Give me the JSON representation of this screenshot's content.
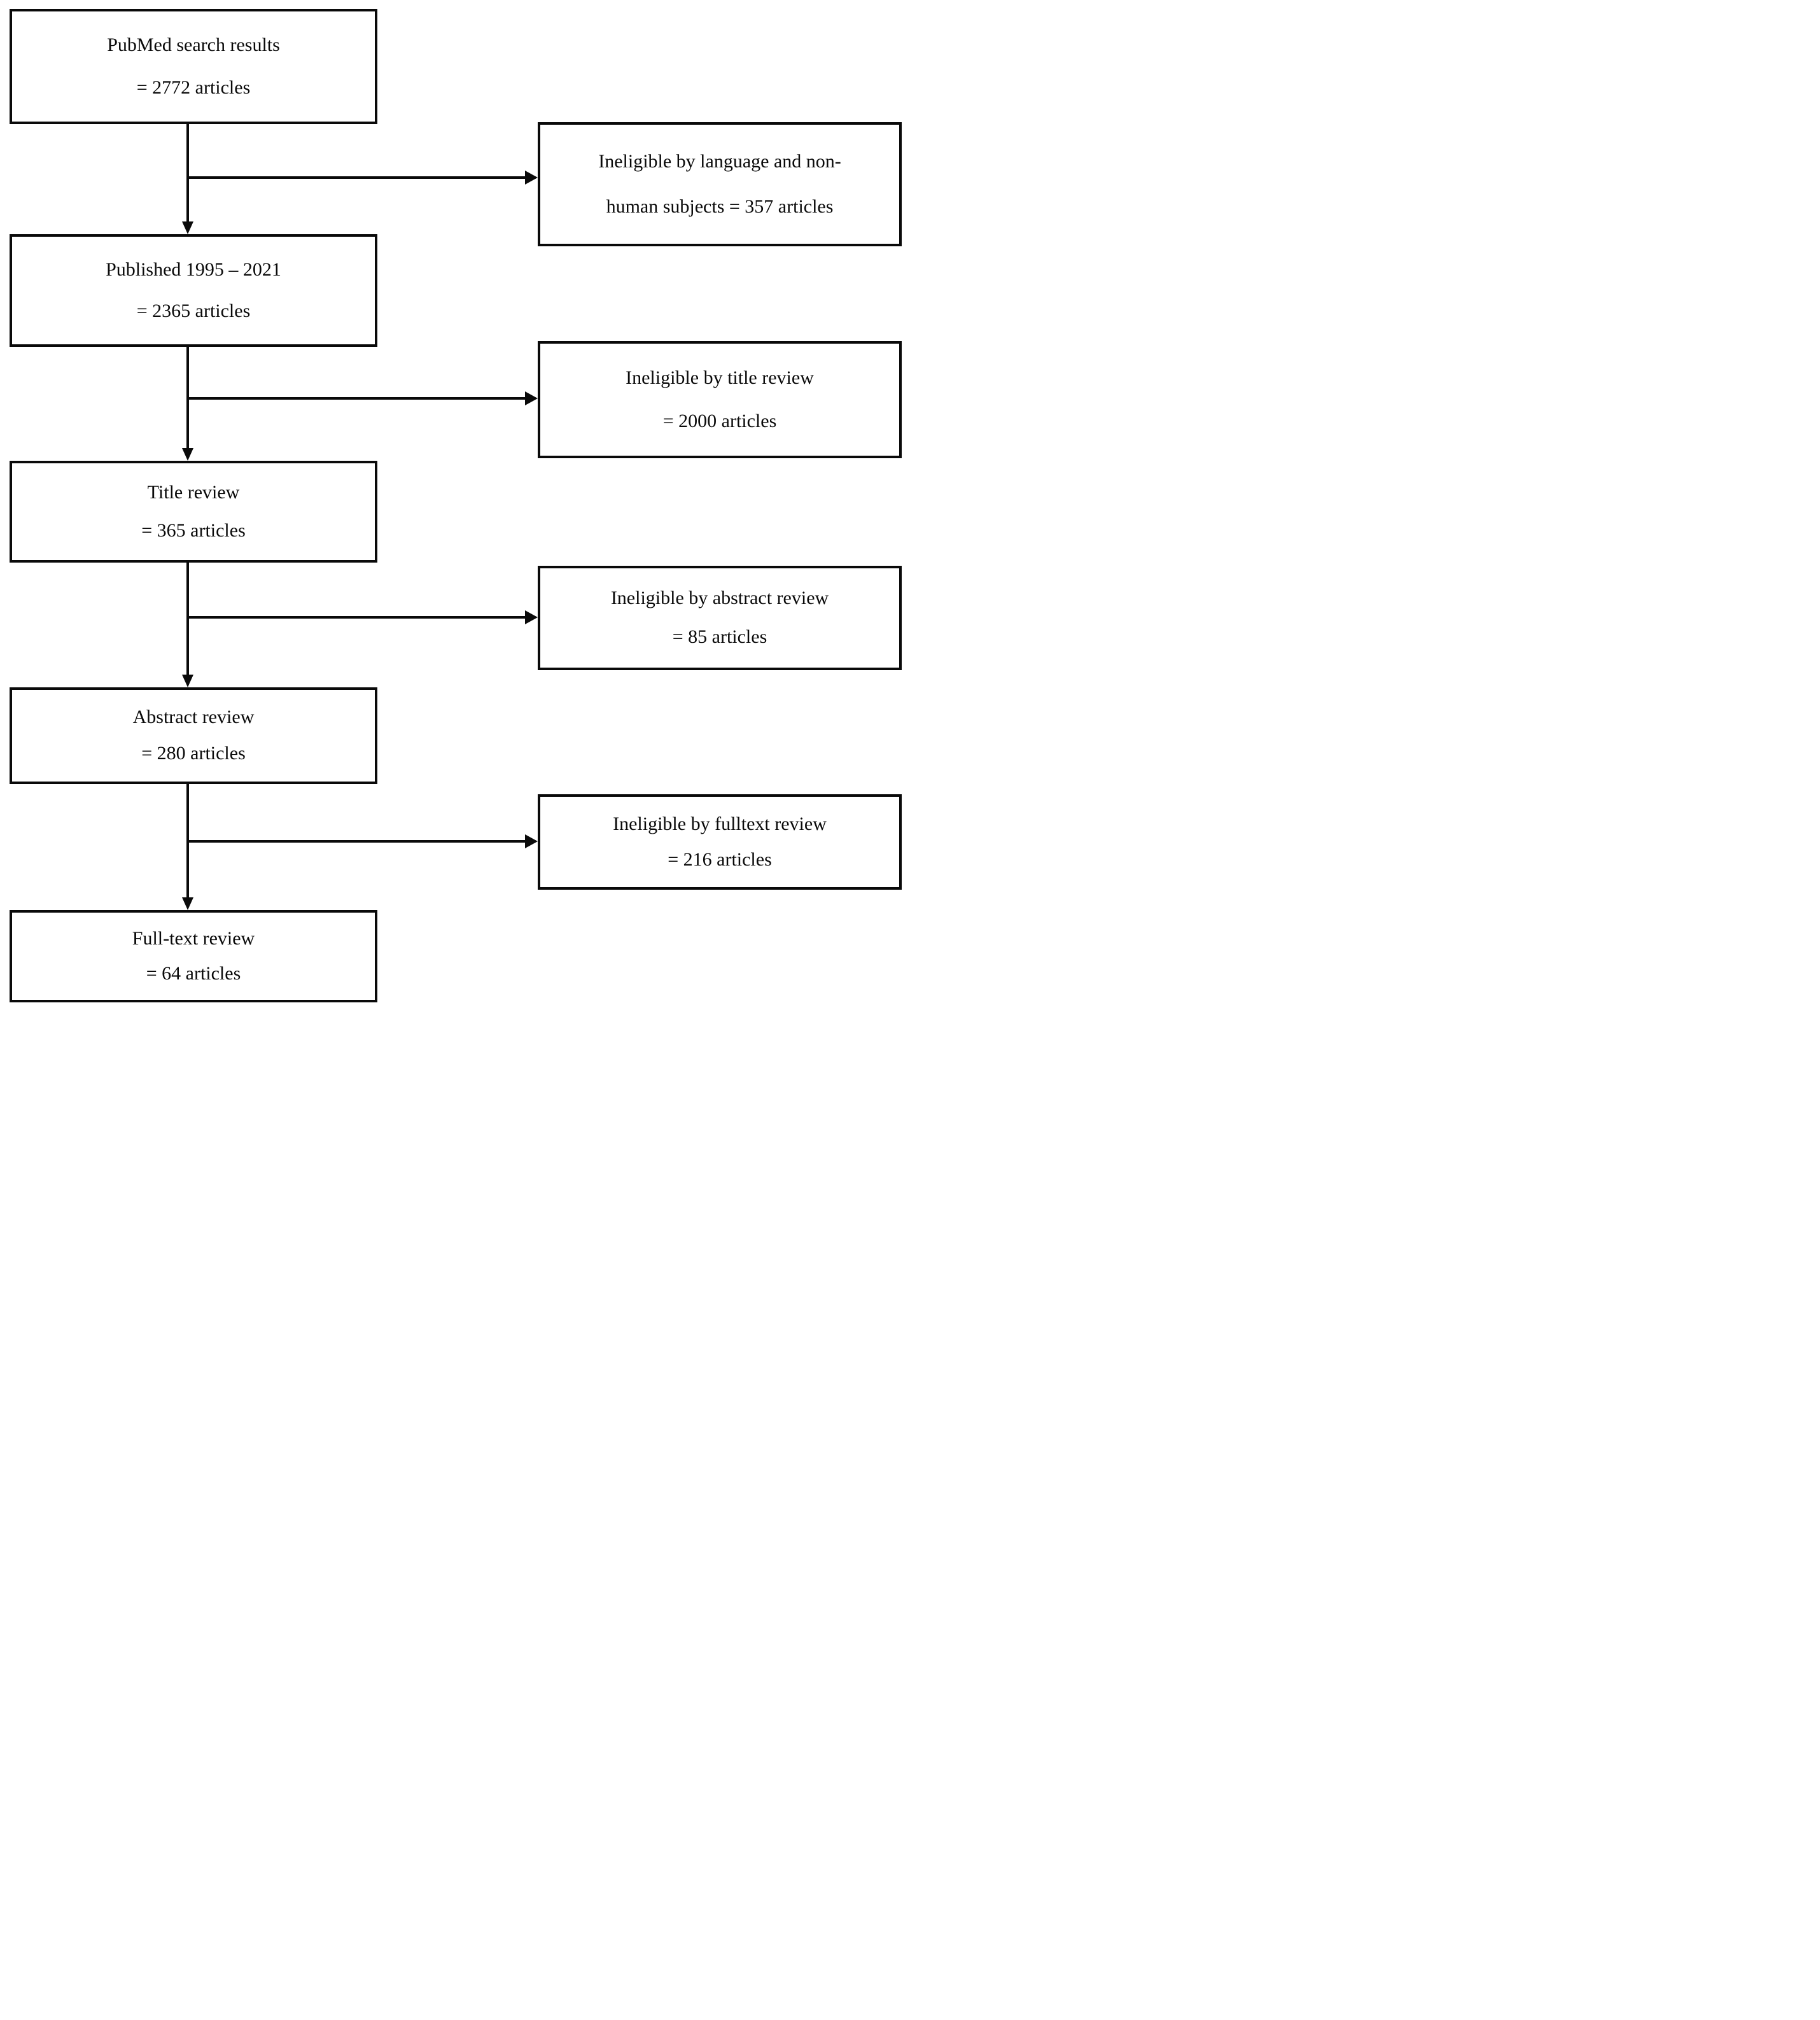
{
  "figure": {
    "colors": {
      "line": "#0a0a0a",
      "text": "#0a0a0a",
      "background": "#ffffff"
    },
    "stages": [
      {
        "label": "PubMed search results",
        "count_label": "= 2772 articles",
        "count": 2772
      },
      {
        "label": "Published 1995 – 2021",
        "count_label": "= 2365 articles",
        "count": 2365
      },
      {
        "label": "Title review",
        "count_label": "= 365 articles",
        "count": 365
      },
      {
        "label": "Abstract review",
        "count_label": "= 280 articles",
        "count": 280
      },
      {
        "label": "Full-text review",
        "count_label": "= 64 articles",
        "count": 64
      }
    ],
    "exclusions": [
      {
        "line1": "Ineligible by language and non-",
        "line2": "human subjects = 357 articles",
        "count": 357
      },
      {
        "line1": "Ineligible by title review",
        "line2": "= 2000 articles",
        "count": 2000
      },
      {
        "line1": "Ineligible by abstract review",
        "line2": "= 85 articles",
        "count": 85
      },
      {
        "line1": "Ineligible by fulltext review",
        "line2": "= 216 articles",
        "count": 216
      }
    ]
  }
}
